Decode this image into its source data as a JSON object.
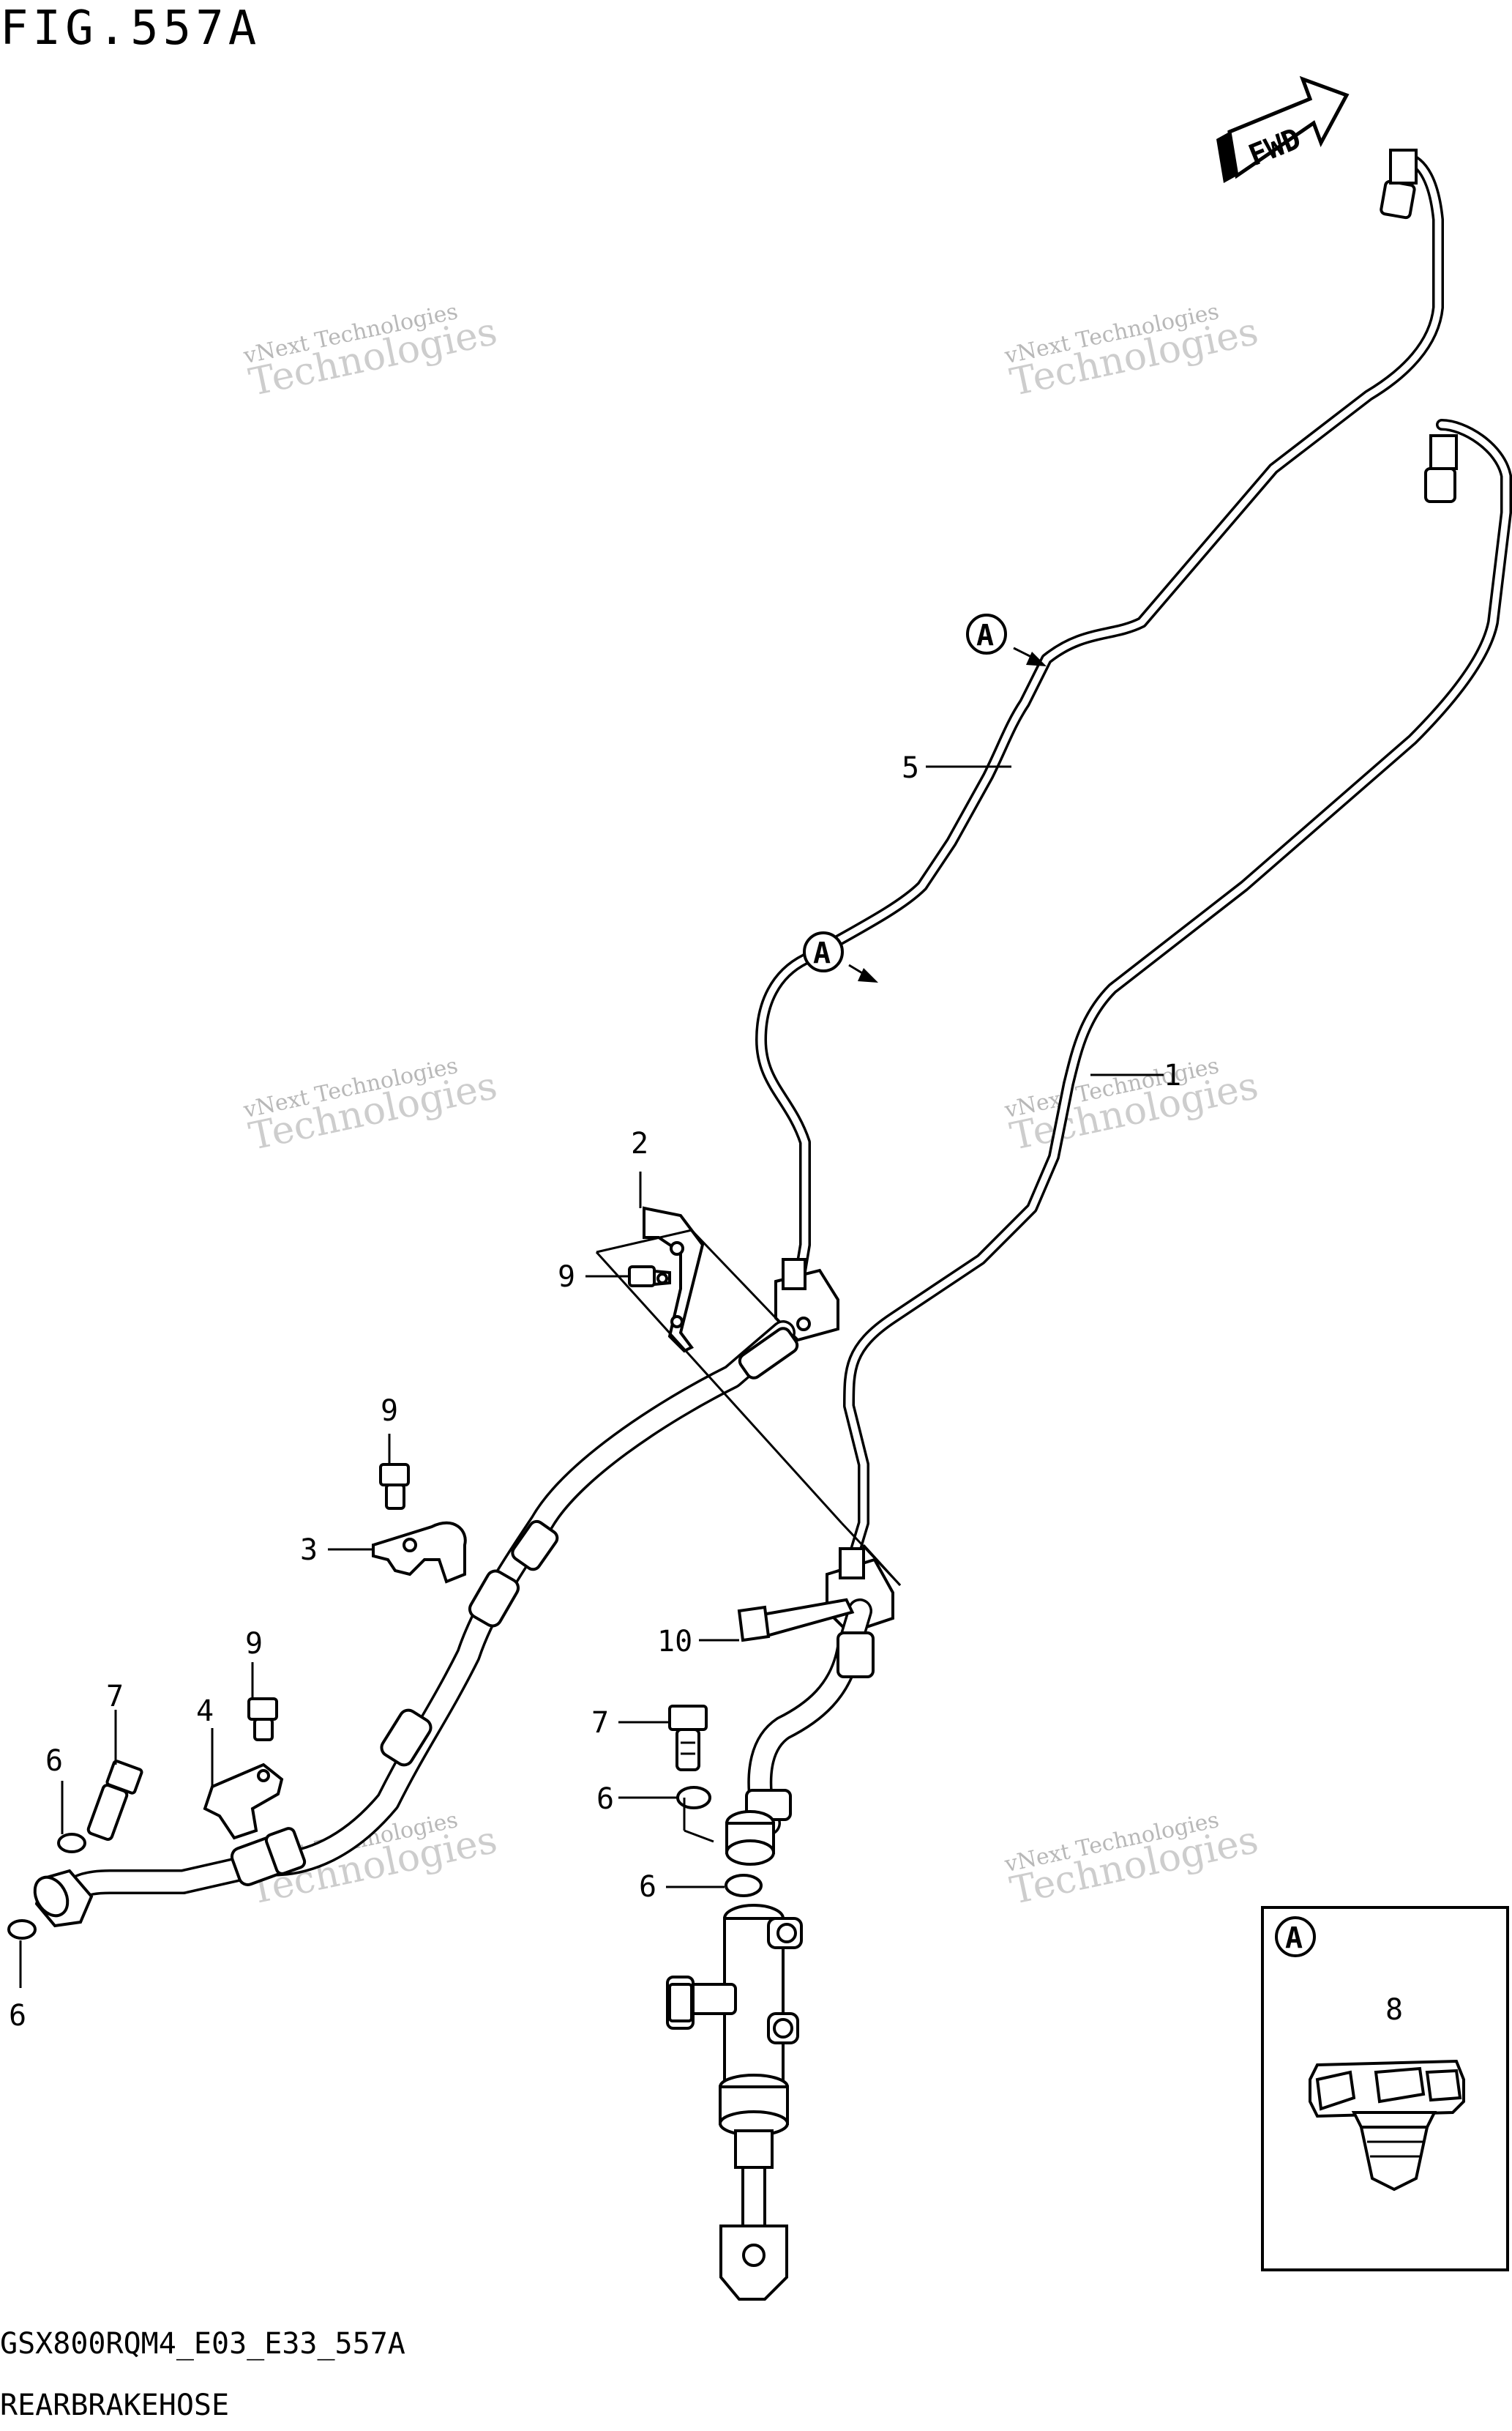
{
  "figure": {
    "title": "FIG.557A"
  },
  "footer": {
    "model_code": "GSX800RQM4_E03_E33_557A",
    "description": "REARBRAKEHOSE"
  },
  "direction_badge": {
    "label": "FWD"
  },
  "watermark": {
    "line1": "vNext Technologies",
    "line2": "Technologies"
  },
  "callouts": {
    "part_1": "1",
    "part_2": "2",
    "part_3": "3",
    "part_4": "4",
    "part_5": "5",
    "part_6a": "6",
    "part_6b": "6",
    "part_6c": "6",
    "part_6d": "6",
    "part_7a": "7",
    "part_7b": "7",
    "part_8": "8",
    "part_9a": "9",
    "part_9b": "9",
    "part_9c": "9",
    "part_10": "10"
  },
  "detail_marker": {
    "label": "A"
  }
}
